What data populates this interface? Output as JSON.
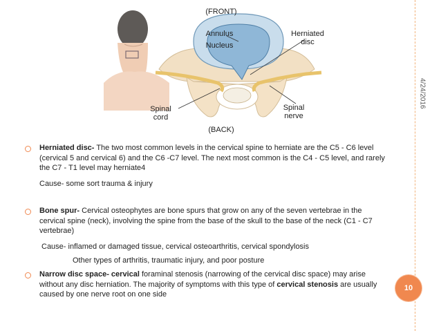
{
  "slide": {
    "date": "4/24/2016",
    "page_number": "10",
    "accent": "#f0884f"
  },
  "figure": {
    "labels": {
      "front": "(FRONT)",
      "annulus": "Annulus",
      "nucleus": "Nucleus",
      "herniated_disc": "Herniated disc",
      "spinal_cord": "Spinal cord",
      "spinal_nerve": "Spinal nerve",
      "back": "(BACK)"
    }
  },
  "bullets": [
    {
      "title": "Herniated disc-",
      "body": " The two most common levels in the cervical spine to herniate are the C5 - C6 level (cervical 5 and cervical 6) and the C6 -C7 level. The next most common is the C4 - C5 level, and rarely the C7 - T1 level may herniate4",
      "cause": "Cause- some sort trauma & injury"
    },
    {
      "title": "Bone spur-",
      "body": " Cervical osteophytes are bone spurs that grow on any of the seven vertebrae in the cervical spine (neck), involving the spine from the base of the skull to the base of the neck (C1 - C7 vertebrae)",
      "cause": "Cause- inflamed or damaged tissue,  cervical osteoarthritis, cervical spondylosis",
      "cause_extra": "Other types of arthritis, traumatic injury, and poor posture"
    },
    {
      "title": "Narrow disc space- cervical",
      "body": " foraminal stenosis (narrowing of the cervical disc space) may arise without any disc herniation. The majority of symptoms with this type of ",
      "bold_tail": "cervical stenosis",
      "body_tail": " are usually caused by one nerve root on one side"
    }
  ]
}
